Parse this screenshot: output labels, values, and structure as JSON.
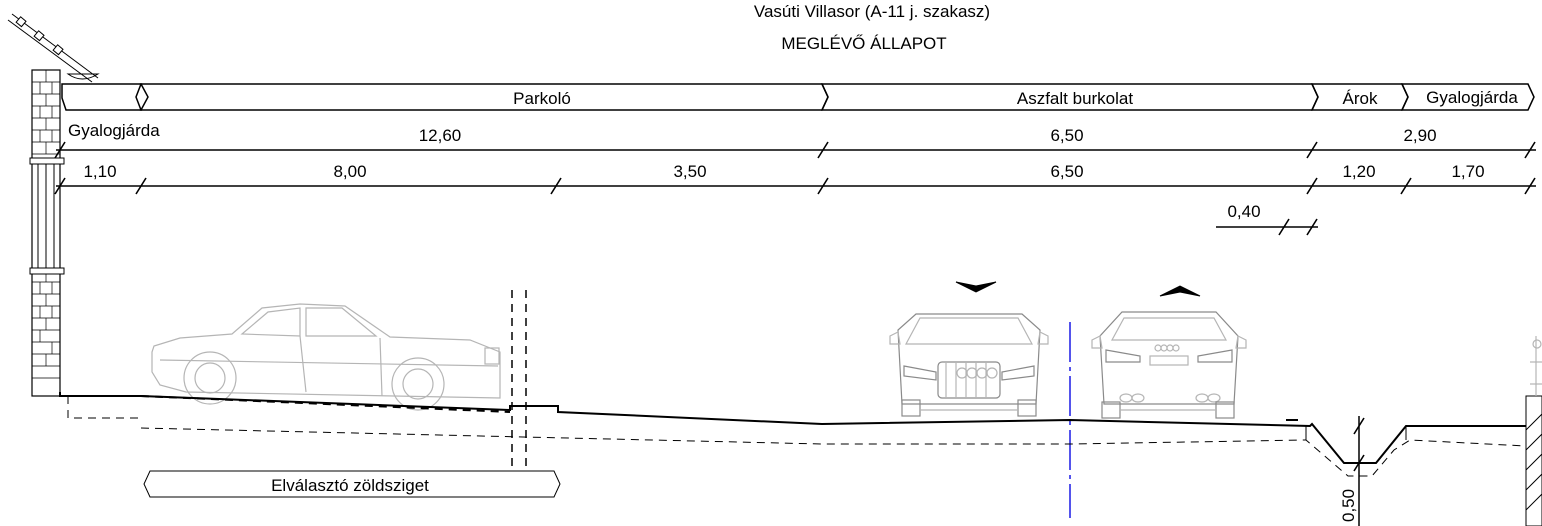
{
  "title": {
    "line1": "Vasúti Villasor (A-11 j. szakasz)",
    "line2": "MEGLÉVŐ ÁLLAPOT"
  },
  "zones": [
    {
      "id": "parking",
      "label": "Parkoló"
    },
    {
      "id": "asphalt",
      "label": "Aszfalt burkolat"
    },
    {
      "id": "ditch",
      "label": "Árok"
    },
    {
      "id": "sidewalk_right",
      "label": "Gyalogjárda"
    }
  ],
  "sidewalk_left_label": "Gyalogjárda",
  "island_label": "Elválasztó zöldsziget",
  "dimensions_row1": [
    "12,60",
    "6,50",
    "2,90"
  ],
  "dimensions_row2": [
    "1,10",
    "8,00",
    "3,50",
    "6,50",
    "1,20",
    "1,70"
  ],
  "dimension_small": "0,40",
  "ditch_depth": "0,50",
  "colors": {
    "line": "#000000",
    "axis": "#1a1ae6",
    "vehicle": "#b5b5b5"
  }
}
